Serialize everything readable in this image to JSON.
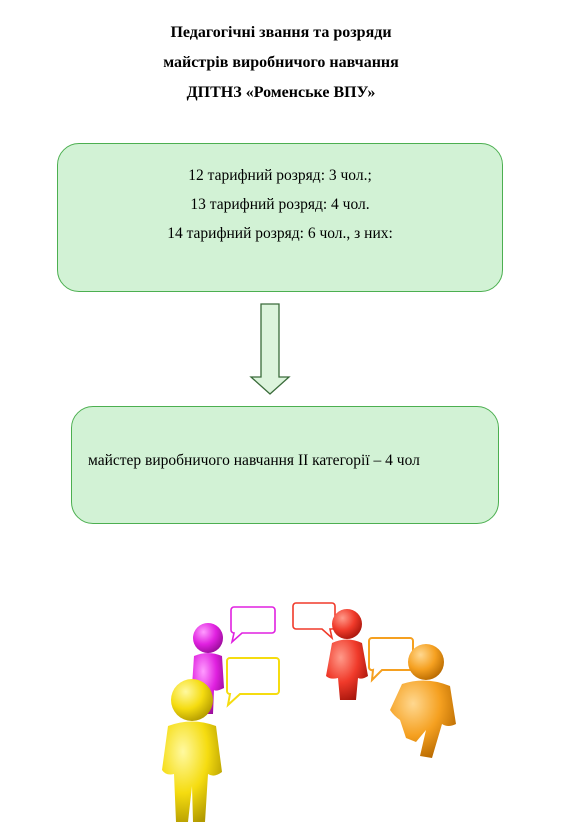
{
  "title": {
    "line1": "Педагогічні звання та розряди",
    "line2": "майстрів виробничого навчання",
    "line3": "ДПТНЗ «Роменське ВПУ»"
  },
  "box_top": {
    "line1": "12 тарифний розряд: 3 чол.;",
    "line2": "13 тарифний розряд: 4 чол.",
    "line3": "14 тарифний розряд: 6 чол., з них:"
  },
  "box_bottom": {
    "text": "майстер виробничого навчання ІІ категорії – 4 чол"
  },
  "colors": {
    "box_fill": "#d2f2d5",
    "box_border": "#4caf50",
    "arrow_fill": "#dcf4dc",
    "arrow_stroke": "#3a6b3a",
    "person_magenta": "#e021e0",
    "person_red": "#f03a2a",
    "person_yellow": "#f5dc10",
    "person_orange": "#f5a020"
  },
  "illustration": {
    "icons": [
      "person-magenta-icon",
      "person-red-icon",
      "person-yellow-icon",
      "person-orange-icon",
      "speech-bubble-icon"
    ]
  }
}
